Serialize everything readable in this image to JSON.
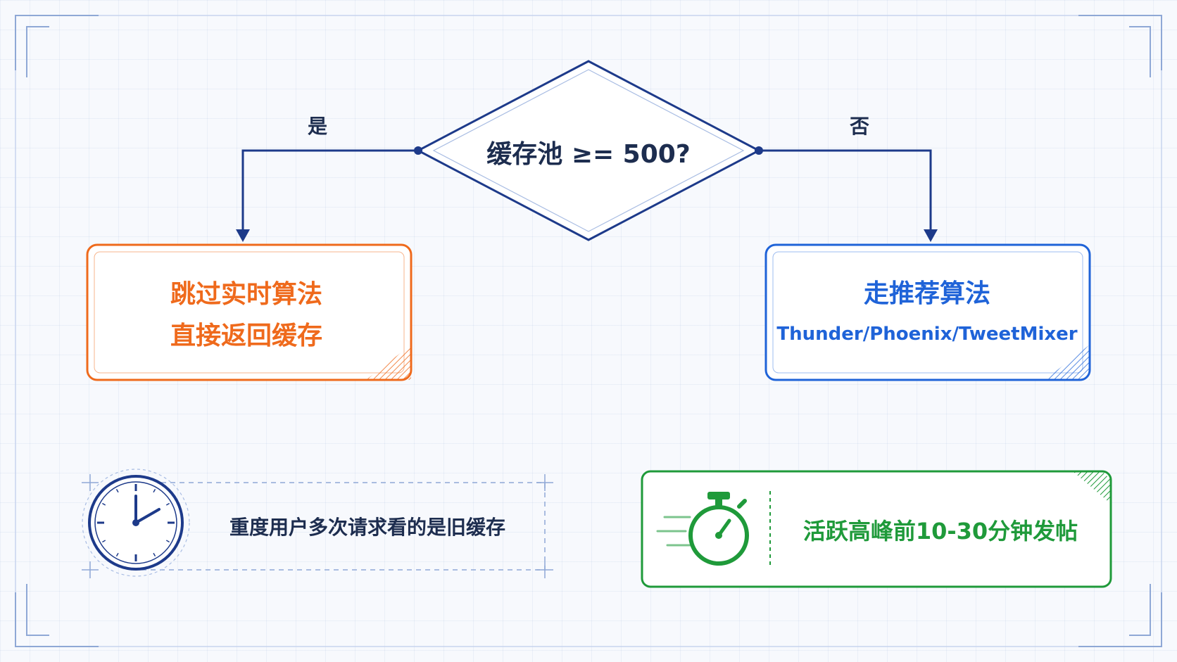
{
  "decision": {
    "question": "缓存池 ≥= 500?"
  },
  "branches": {
    "yes": "是",
    "no": "否"
  },
  "skip_box": {
    "line1": "跳过实时算法",
    "line2": "直接返回缓存"
  },
  "recommend_box": {
    "title": "走推荐算法",
    "subtitle": "Thunder/Phoenix/TweetMixer"
  },
  "note_heavy_user": {
    "text": "重度用户多次请求看的是旧缓存",
    "icon": "clock-icon"
  },
  "note_peak": {
    "text": "活跃高峰前10-30分钟发帖",
    "icon": "stopwatch-icon"
  },
  "colors": {
    "navy": "#1d3a8a",
    "orange": "#ef6a1c",
    "blue": "#1f63d8",
    "green": "#1f9a3a",
    "text_dark": "#1d2d4f"
  }
}
